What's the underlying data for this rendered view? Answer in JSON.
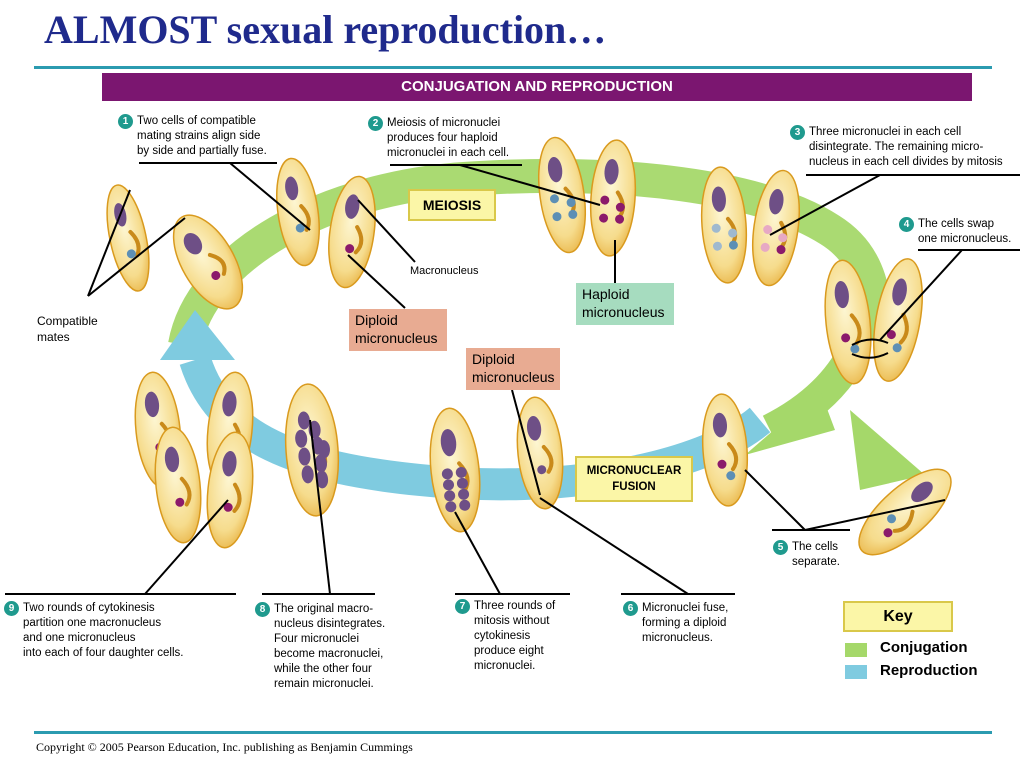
{
  "title": "ALMOST sexual reproduction…",
  "banner": "CONJUGATION AND REPRODUCTION",
  "colors": {
    "title": "#1f2a8c",
    "banner": "#7b1670",
    "conjugation": "#a5d86a",
    "reproduction": "#7fcbe0",
    "cell_fill": "#f7e3a3",
    "cell_edge": "#d99a1e",
    "macronucleus": "#6e4f86",
    "micronucleus": "#8b1a6b",
    "badge": "#1f9a8e"
  },
  "steps": [
    {
      "num": "1",
      "lines": [
        "Two cells of compatible",
        "mating strains align side",
        "by side and partially fuse."
      ]
    },
    {
      "num": "2",
      "lines": [
        "Meiosis of micronuclei",
        "produces four haploid",
        "micronuclei in each cell."
      ]
    },
    {
      "num": "3",
      "lines": [
        "Three micronuclei in each cell",
        "disintegrate. The remaining micro-",
        "nucleus in each cell divides by mitosis"
      ]
    },
    {
      "num": "4",
      "lines": [
        "The cells swap",
        "one micronucleus."
      ]
    },
    {
      "num": "5",
      "lines": [
        "The cells",
        "separate."
      ]
    },
    {
      "num": "6",
      "lines": [
        "Micronuclei fuse,",
        "forming a diploid",
        "micronucleus."
      ]
    },
    {
      "num": "7",
      "lines": [
        "Three rounds of",
        "mitosis without",
        "cytokinesis",
        "produce eight",
        "micronuclei."
      ]
    },
    {
      "num": "8",
      "lines": [
        "The original macro-",
        "nucleus disintegrates.",
        "Four micronuclei",
        "become macronuclei,",
        "while the other four",
        "remain micronuclei."
      ]
    },
    {
      "num": "9",
      "lines": [
        "Two rounds of cytokinesis",
        "partition one macronucleus",
        "and one micronucleus",
        "into each of four daughter cells."
      ]
    }
  ],
  "labels": {
    "compatible_mates": [
      "Compatible",
      "mates"
    ],
    "macronucleus": "Macronucleus",
    "meiosis": "MEIOSIS",
    "diploid_1": [
      "Diploid",
      "micronucleus"
    ],
    "diploid_2": [
      "Diploid",
      "micronucleus"
    ],
    "haploid": [
      "Haploid",
      "micronucleus"
    ],
    "fusion": [
      "MICRONUCLEAR",
      "FUSION"
    ]
  },
  "key": {
    "title": "Key",
    "items": [
      {
        "label": "Conjugation",
        "color": "#a5d86a"
      },
      {
        "label": "Reproduction",
        "color": "#7fcbe0"
      }
    ]
  },
  "footer": "Copyright © 2005 Pearson Education, Inc. publishing as Benjamin Cummings"
}
